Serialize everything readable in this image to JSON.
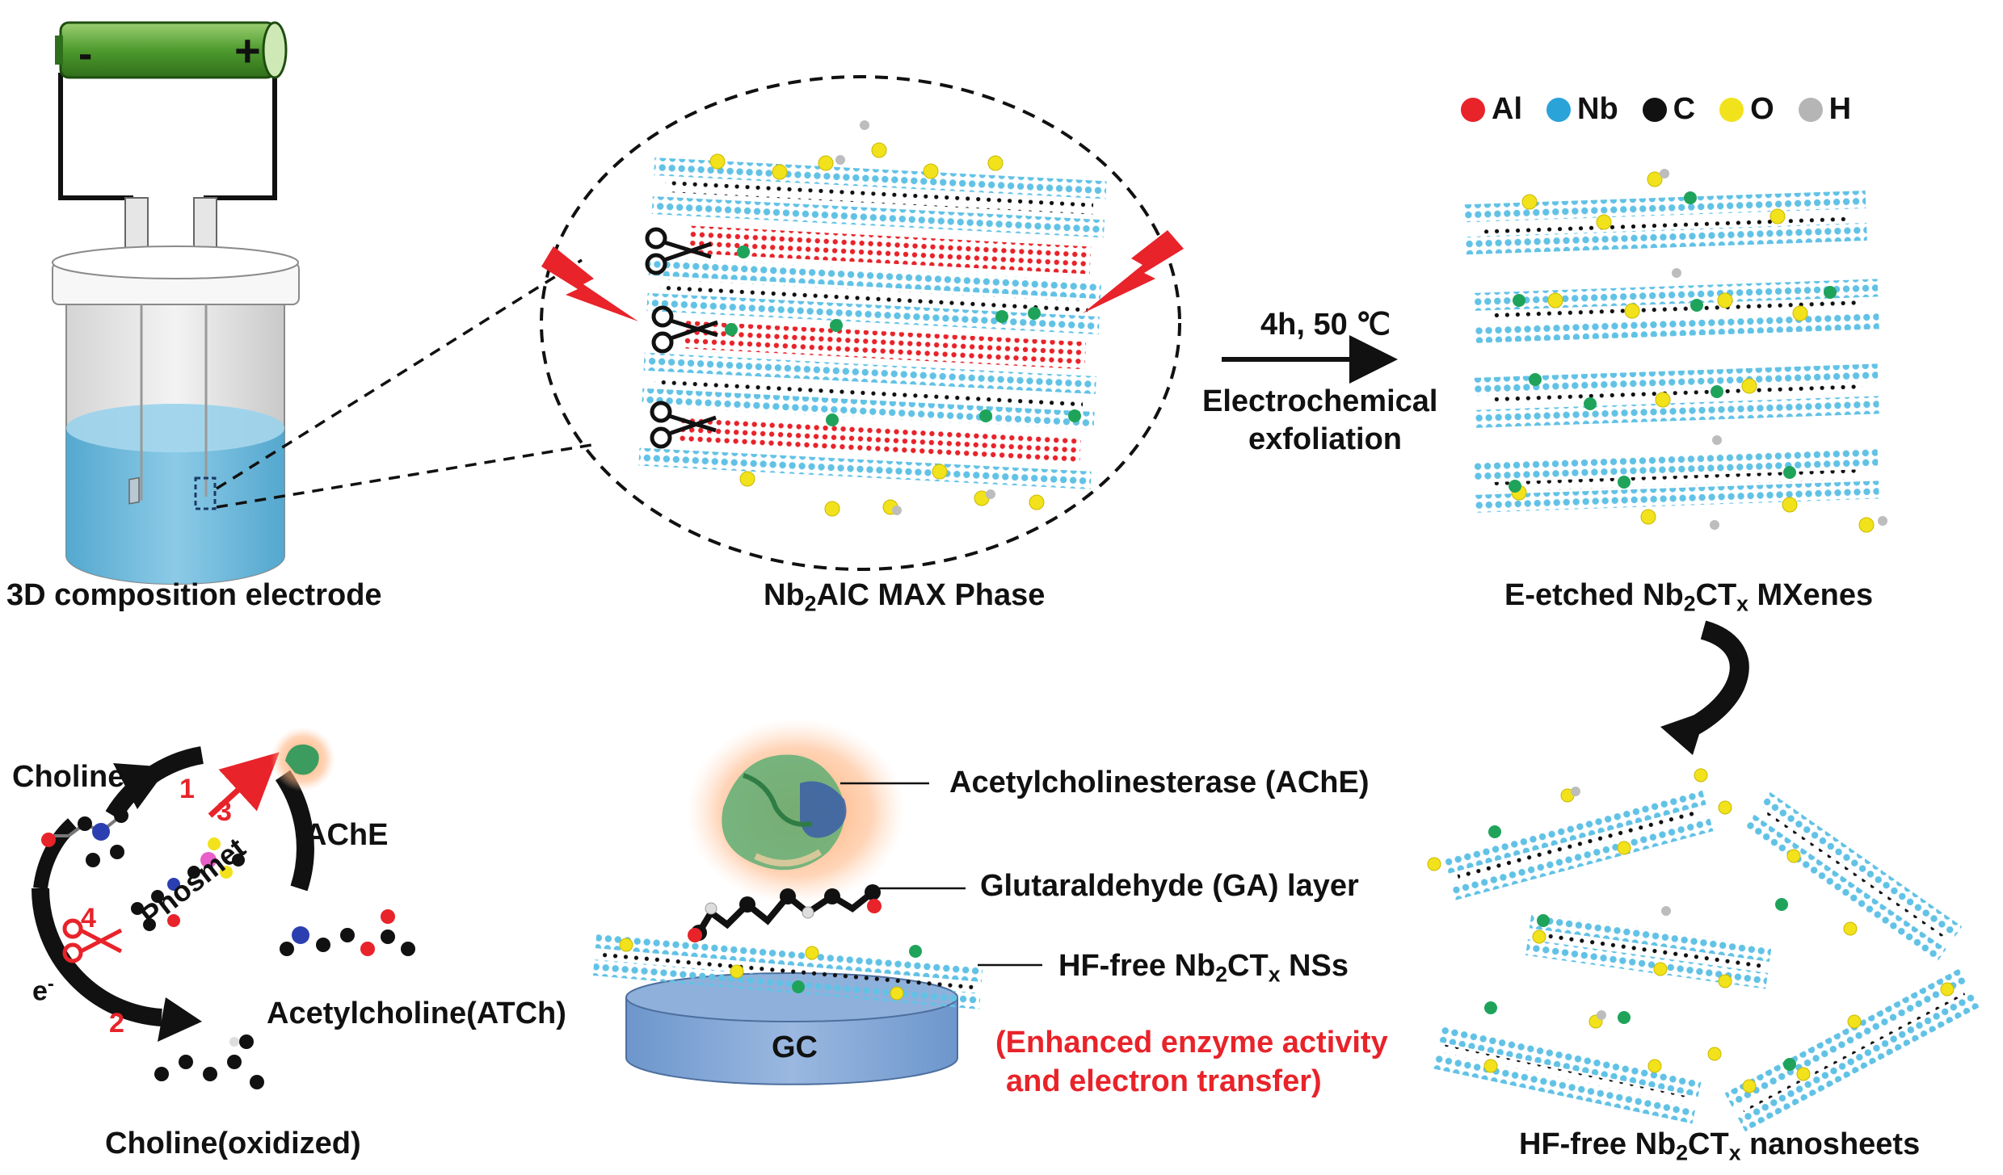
{
  "battery": {
    "minus": "-",
    "plus": "+"
  },
  "labels": {
    "electrode": "3D composition electrode",
    "max_phase": {
      "a": "Nb",
      "sub": "2",
      "b": "AlC MAX Phase"
    },
    "etched": {
      "a": "E-etched Nb",
      "sub1": "2",
      "b": "CT",
      "sub2": "x",
      "c": " MXenes"
    },
    "conditions": "4h, 50 ℃",
    "process_line1": "Electrochemical",
    "process_line2": "exfoliation",
    "nanosheets": {
      "a": "HF-free Nb",
      "sub1": "2",
      "b": "CT",
      "sub2": "x",
      "c": " nanosheets"
    },
    "ache_full": "Acetylcholinesterase (AChE)",
    "ga_layer": "Glutaraldehyde (GA) layer",
    "nss": {
      "a": "HF-free Nb",
      "sub1": "2",
      "b": "CT",
      "sub2": "x",
      "c": " NSs"
    },
    "gc": "GC",
    "enhanced_line1": "(Enhanced enzyme activity",
    "enhanced_line2": "and electron transfer)",
    "choline": "Choline",
    "ache": "AChE",
    "phosmet": "Phosmet",
    "acetylcholine": "Acetylcholine(ATCh)",
    "electron": "e",
    "electron_sup": "-",
    "choline_oxidized": "Choline(oxidized)",
    "steps": [
      "1",
      "2",
      "3",
      "4"
    ]
  },
  "legend": [
    {
      "label": "Al",
      "color": "#e8232a"
    },
    {
      "label": "Nb",
      "color": "#2aa3d8"
    },
    {
      "label": "C",
      "color": "#111111"
    },
    {
      "label": "O",
      "color": "#f2e21c"
    },
    {
      "label": "H",
      "color": "#b5b5b5"
    }
  ],
  "colors": {
    "nb": "#62c2e6",
    "al": "#e8232a",
    "o": "#f2e21c",
    "green": "#1fa35b",
    "beaker_liquid": "#5fb3d6",
    "gc": "#7aa3d4",
    "accent_red": "#e8232a"
  }
}
